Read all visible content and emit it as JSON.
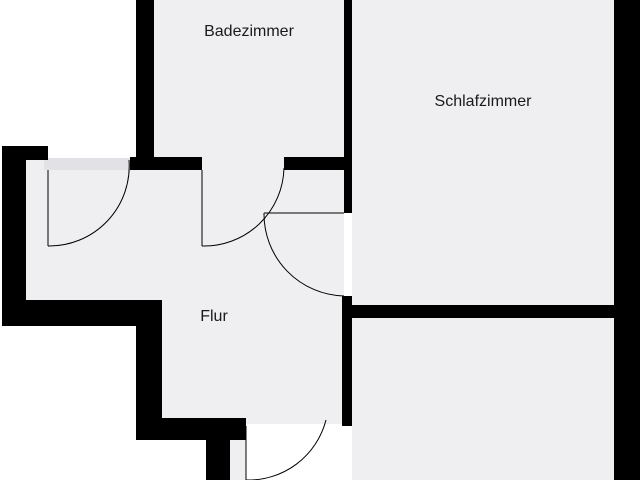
{
  "floor_plan": {
    "rooms": [
      {
        "id": "badezimmer",
        "label": "Badezimmer"
      },
      {
        "id": "schlafzimmer",
        "label": "Schlafzimmer"
      },
      {
        "id": "flur",
        "label": "Flur"
      }
    ],
    "colors": {
      "floor": "#efeff2",
      "wall": "#000000",
      "door_arc": "#000000",
      "background": "#ffffff"
    }
  }
}
